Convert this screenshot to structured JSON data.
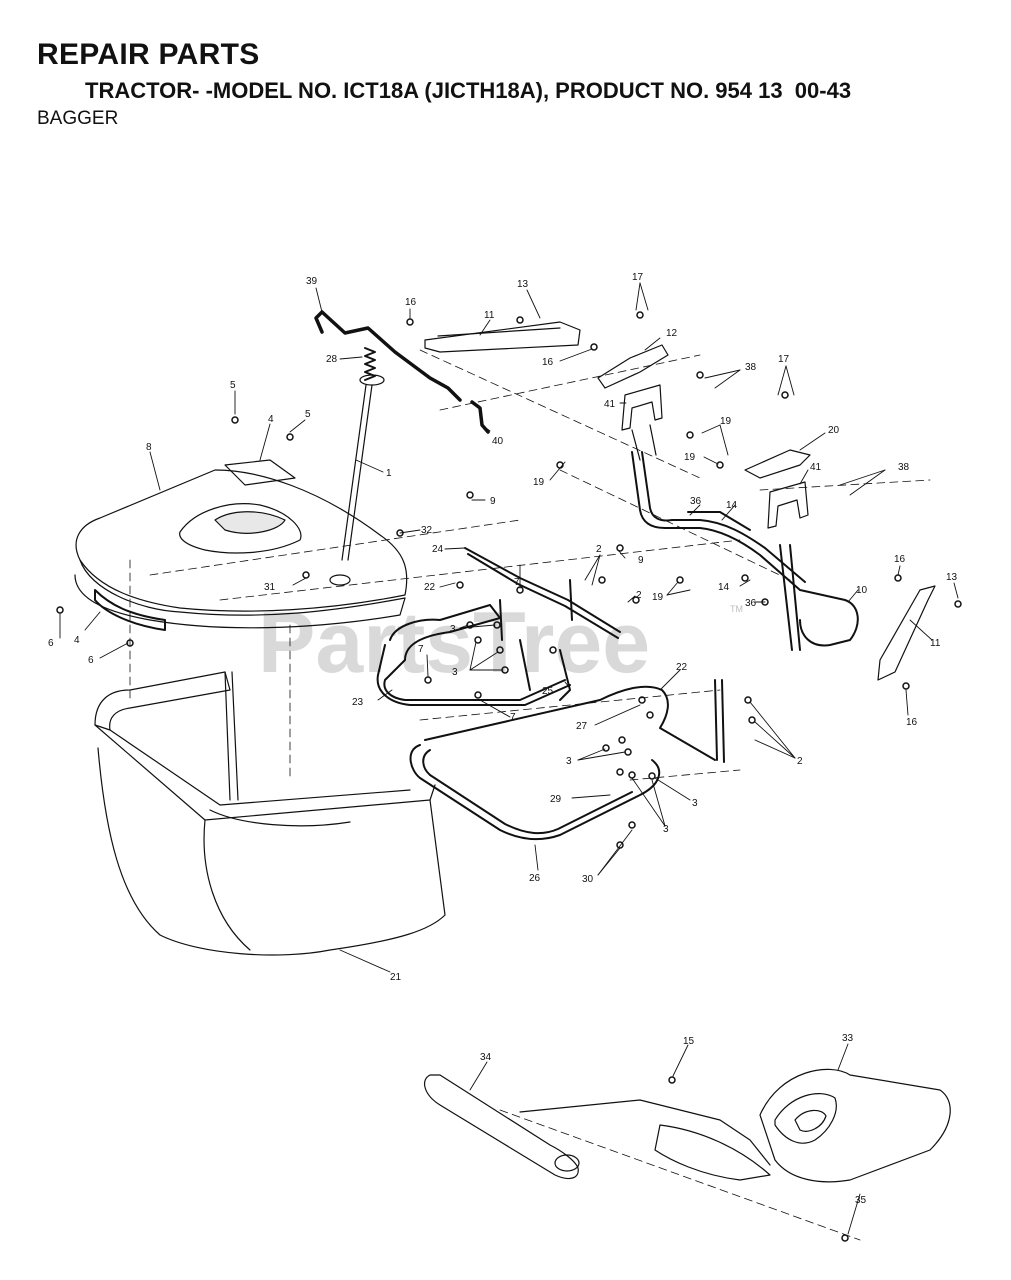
{
  "header": {
    "title": "REPAIR PARTS",
    "model_line": "TRACTOR- -MODEL NO. ICT18A (JICTH18A), PRODUCT NO. 954 13  00-43",
    "section": "BAGGER"
  },
  "watermark": {
    "text": "PartsTree",
    "trademark": "TM"
  },
  "callouts": [
    {
      "id": "c39",
      "text": "39"
    },
    {
      "id": "c16a",
      "text": "16"
    },
    {
      "id": "c13a",
      "text": "13"
    },
    {
      "id": "c17a",
      "text": "17"
    },
    {
      "id": "c11a",
      "text": "11"
    },
    {
      "id": "c12",
      "text": "12"
    },
    {
      "id": "c16b",
      "text": "16"
    },
    {
      "id": "c38a",
      "text": "38"
    },
    {
      "id": "c28",
      "text": "28"
    },
    {
      "id": "c41a",
      "text": "41"
    },
    {
      "id": "c17b",
      "text": "17"
    },
    {
      "id": "c5a",
      "text": "5"
    },
    {
      "id": "c5b",
      "text": "5"
    },
    {
      "id": "c4a",
      "text": "4"
    },
    {
      "id": "c19a",
      "text": "19"
    },
    {
      "id": "c40",
      "text": "40"
    },
    {
      "id": "c19b",
      "text": "19"
    },
    {
      "id": "c20",
      "text": "20"
    },
    {
      "id": "c8",
      "text": "8"
    },
    {
      "id": "c1",
      "text": "1"
    },
    {
      "id": "c19c",
      "text": "19"
    },
    {
      "id": "c41b",
      "text": "41"
    },
    {
      "id": "c38b",
      "text": "38"
    },
    {
      "id": "c9a",
      "text": "9"
    },
    {
      "id": "c36a",
      "text": "36"
    },
    {
      "id": "c14a",
      "text": "14"
    },
    {
      "id": "c32",
      "text": "32"
    },
    {
      "id": "c24",
      "text": "24"
    },
    {
      "id": "c2a",
      "text": "2"
    },
    {
      "id": "c9b",
      "text": "9"
    },
    {
      "id": "c31",
      "text": "31"
    },
    {
      "id": "c22a",
      "text": "22"
    },
    {
      "id": "c7a",
      "text": "7"
    },
    {
      "id": "c2b",
      "text": "2"
    },
    {
      "id": "c19d",
      "text": "19"
    },
    {
      "id": "c14b",
      "text": "14"
    },
    {
      "id": "c36b",
      "text": "36"
    },
    {
      "id": "c16c",
      "text": "16"
    },
    {
      "id": "c10",
      "text": "10"
    },
    {
      "id": "c13b",
      "text": "13"
    },
    {
      "id": "c6a",
      "text": "6"
    },
    {
      "id": "c4b",
      "text": "4"
    },
    {
      "id": "c3a",
      "text": "3"
    },
    {
      "id": "c7b",
      "text": "7"
    },
    {
      "id": "c11b",
      "text": "11"
    },
    {
      "id": "c6b",
      "text": "6"
    },
    {
      "id": "c3b",
      "text": "3"
    },
    {
      "id": "c22b",
      "text": "22"
    },
    {
      "id": "c25",
      "text": "25"
    },
    {
      "id": "c23",
      "text": "23"
    },
    {
      "id": "c7c",
      "text": "7"
    },
    {
      "id": "c27",
      "text": "27"
    },
    {
      "id": "c16d",
      "text": "16"
    },
    {
      "id": "c2c",
      "text": "2"
    },
    {
      "id": "c3c",
      "text": "3"
    },
    {
      "id": "c29",
      "text": "29"
    },
    {
      "id": "c3d",
      "text": "3"
    },
    {
      "id": "c3e",
      "text": "3"
    },
    {
      "id": "c26",
      "text": "26"
    },
    {
      "id": "c30",
      "text": "30"
    },
    {
      "id": "c21",
      "text": "21"
    },
    {
      "id": "c34",
      "text": "34"
    },
    {
      "id": "c15",
      "text": "15"
    },
    {
      "id": "c33",
      "text": "33"
    },
    {
      "id": "c35",
      "text": "35"
    }
  ]
}
